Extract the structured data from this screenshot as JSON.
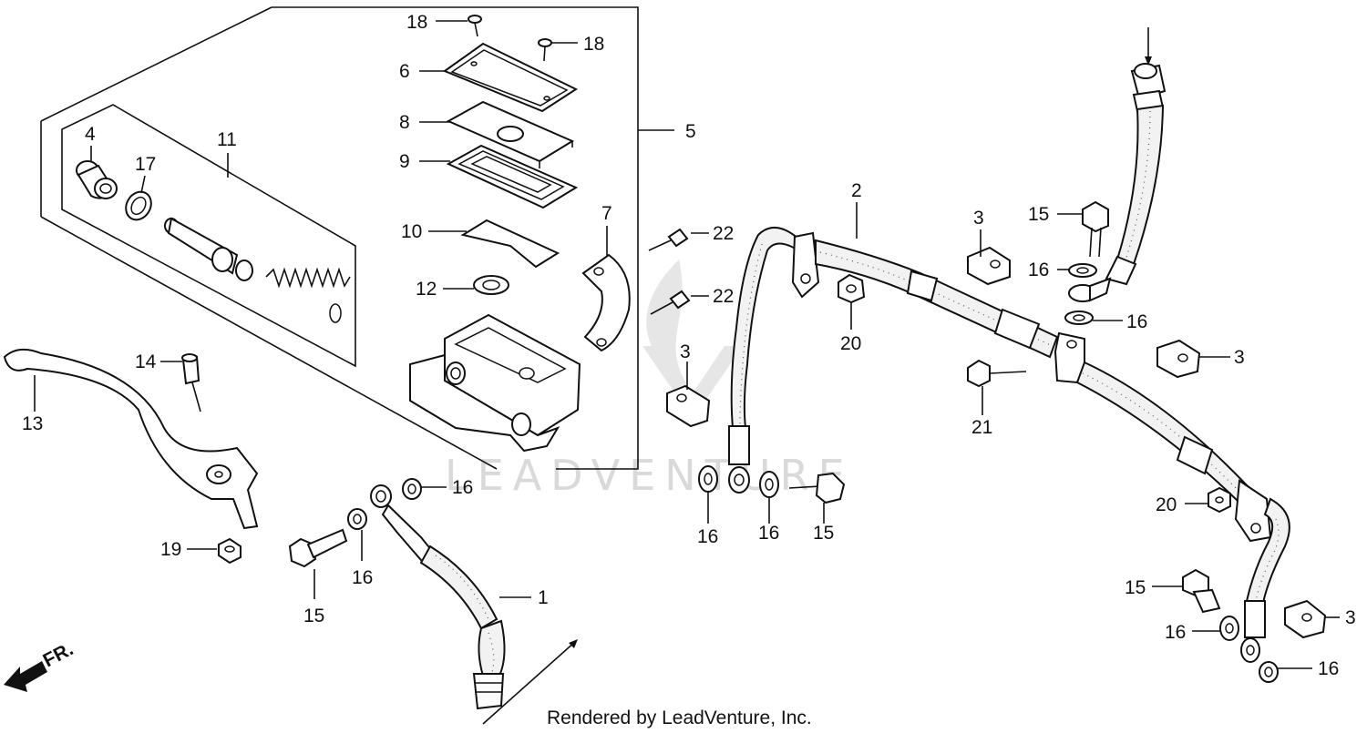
{
  "diagram": {
    "credit": "Rendered by LeadVenture, Inc.",
    "watermark": "LEADVENTURE",
    "direction_label": "FR.",
    "callouts": {
      "c1": "1",
      "c2": "2",
      "c3a": "3",
      "c3b": "3",
      "c3c": "3",
      "c3d": "3",
      "c4": "4",
      "c5": "5",
      "c6": "6",
      "c7": "7",
      "c8": "8",
      "c9": "9",
      "c10": "10",
      "c11": "11",
      "c12": "12",
      "c13": "13",
      "c14": "14",
      "c15a": "15",
      "c15b": "15",
      "c15c": "15",
      "c15d": "15",
      "c16a": "16",
      "c16b": "16",
      "c16c": "16",
      "c16d": "16",
      "c16e": "16",
      "c16f": "16",
      "c16g": "16",
      "c16h": "16",
      "c17": "17",
      "c18a": "18",
      "c18b": "18",
      "c19": "19",
      "c20a": "20",
      "c20b": "20",
      "c21": "21",
      "c22a": "22",
      "c22b": "22"
    }
  }
}
